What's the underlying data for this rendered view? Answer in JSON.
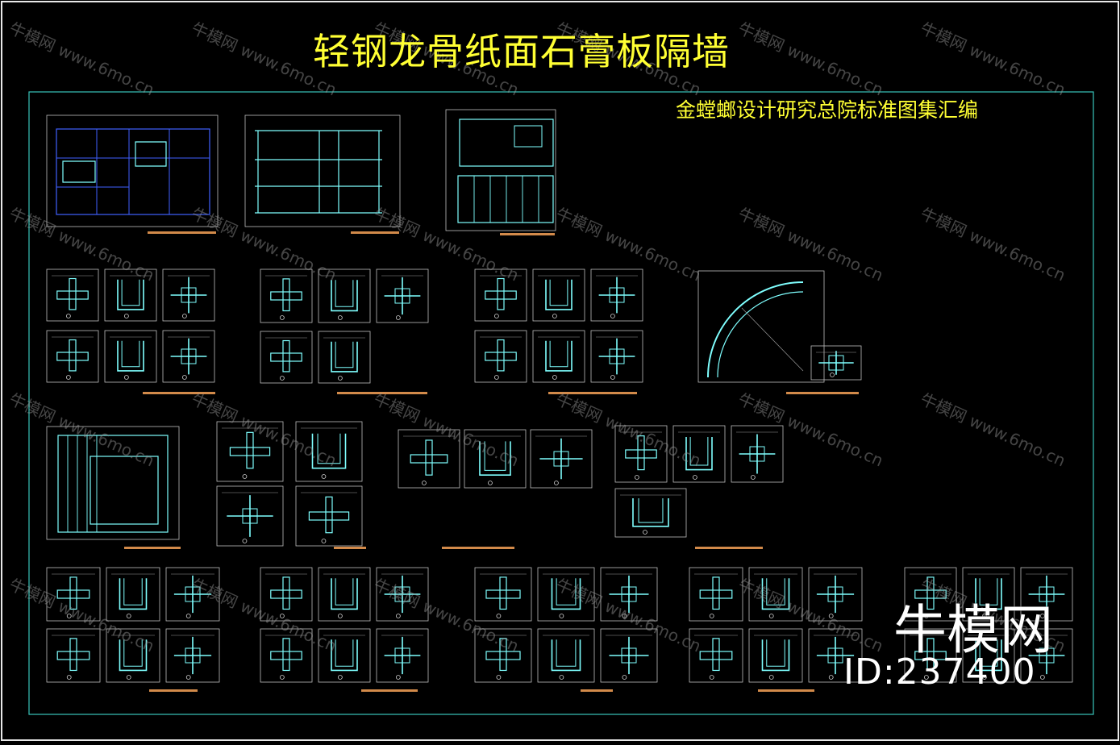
{
  "drawing": {
    "title": "轻钢龙骨纸面石膏板隔墙",
    "subtitle": "金螳螂设计研究总院标准图集汇编"
  },
  "watermark": {
    "text": "牛模网 www.6mo.cn",
    "brand": "牛模网",
    "id": "ID:237400"
  },
  "colors": {
    "background": "#000000",
    "frame": "#39c5bb",
    "title": "#ffff33",
    "detail_line": "#7fffff",
    "plan_line": "#4060ff",
    "label_bar": "#d28a4a",
    "sheet_border": "#e8e8e8",
    "watermark": "#9a9a9a"
  }
}
